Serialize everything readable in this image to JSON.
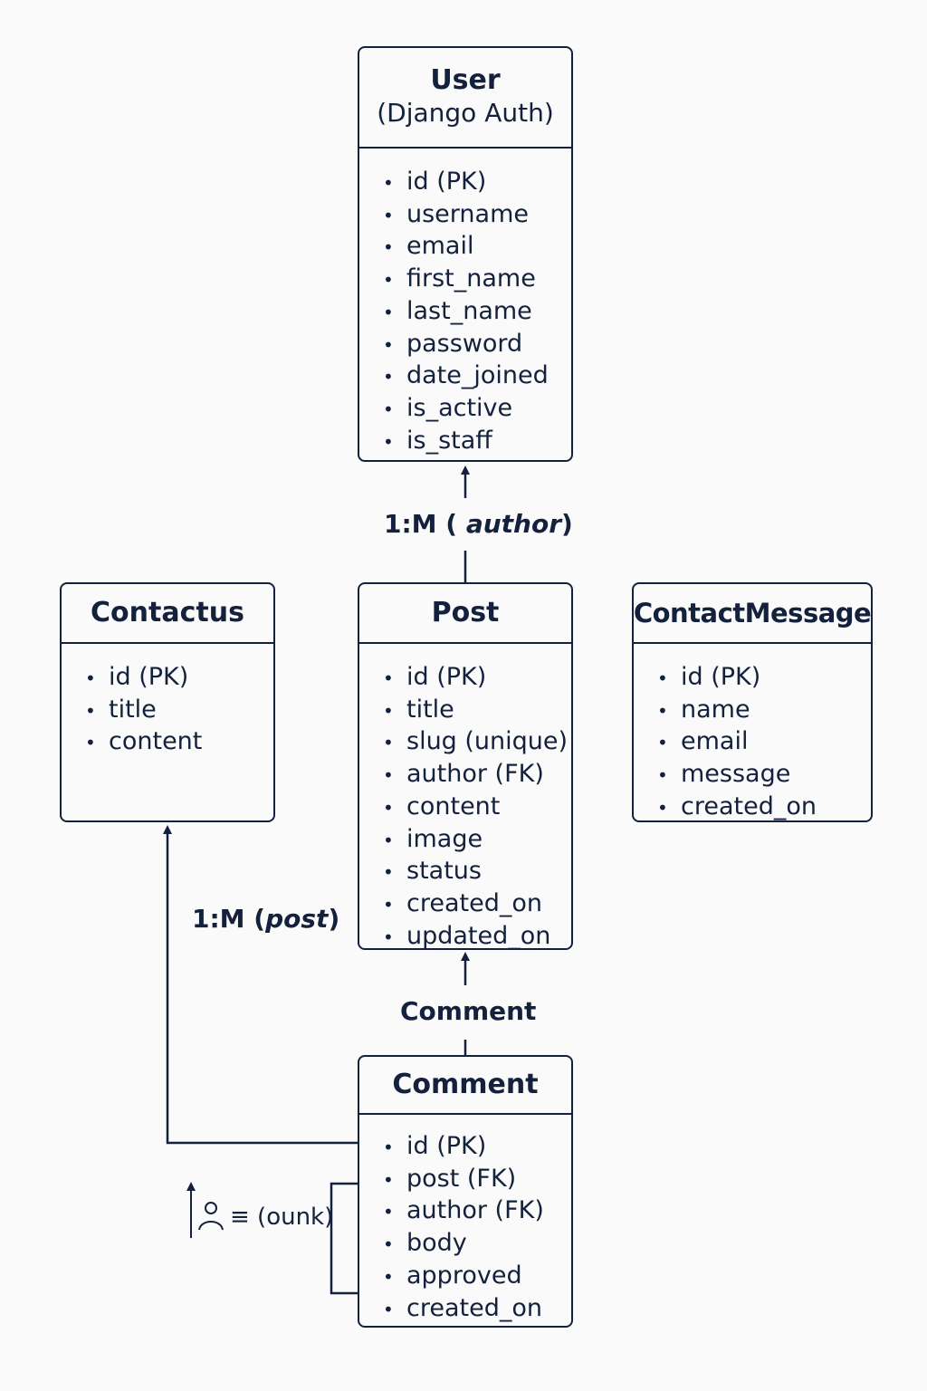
{
  "entities": {
    "user": {
      "name": "User",
      "subtitle": "(Django Auth)",
      "fields": [
        "id (PK)",
        "username",
        "email",
        "first_name",
        "last_name",
        "password",
        "date_joined",
        "is_active",
        "is_staff"
      ]
    },
    "contactus": {
      "name": "Contactus",
      "fields": [
        "id (PK)",
        "title",
        "content"
      ]
    },
    "post": {
      "name": "Post",
      "fields": [
        "id (PK)",
        "title",
        "slug (unique)",
        "author (FK)",
        "content",
        "image",
        "status",
        "created_on",
        "updated_on"
      ]
    },
    "contact_message": {
      "name": "ContactMessage",
      "fields": [
        "id (PK)",
        "name",
        "email",
        "message",
        "created_on"
      ]
    },
    "comment": {
      "name": "Comment",
      "fields": [
        "id (PK)",
        "post (FK)",
        "author  (FK)",
        "body",
        "approved",
        "created_on"
      ]
    }
  },
  "relations": {
    "post_user": {
      "prefix": "1:M ( ",
      "italic": "author",
      "suffix": ")"
    },
    "comment_contactus": {
      "prefix": "1:M (",
      "italic": "post",
      "suffix": ")"
    },
    "comment_post": {
      "text": "Comment"
    },
    "comment_self": {
      "text": "≡ (ounk)"
    }
  },
  "colors": {
    "ink": "#14213d",
    "background": "#fafafa"
  }
}
